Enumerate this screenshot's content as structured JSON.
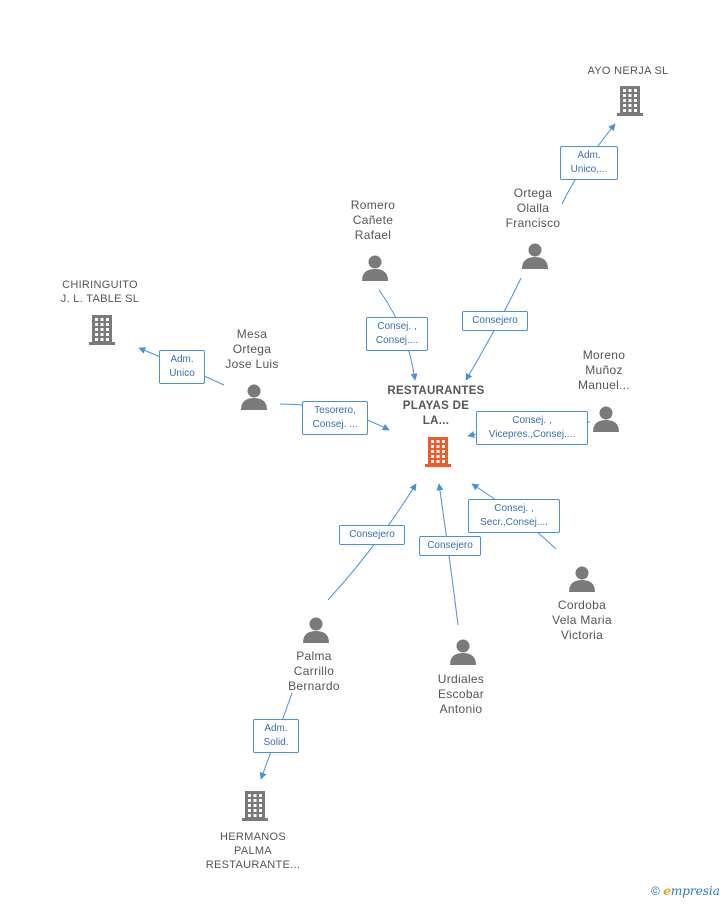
{
  "center": {
    "lines": [
      "RESTAURANTES",
      "PLAYAS DE",
      "LA..."
    ],
    "color": "#f05a28"
  },
  "companies": [
    {
      "key": "ayo",
      "lines": [
        "AYO NERJA SL"
      ]
    },
    {
      "key": "chiringuito",
      "lines": [
        "CHIRINGUITO",
        "J.  L. TABLE SL"
      ]
    },
    {
      "key": "hermanos",
      "lines": [
        "HERMANOS",
        "PALMA",
        "RESTAURANTE..."
      ]
    }
  ],
  "persons": [
    {
      "key": "romero",
      "lines": [
        "Romero",
        "Cañete",
        "Rafael"
      ]
    },
    {
      "key": "ortega",
      "lines": [
        "Ortega",
        "Olalla",
        "Francisco"
      ]
    },
    {
      "key": "mesa",
      "lines": [
        "Mesa",
        "Ortega",
        "Jose Luis"
      ]
    },
    {
      "key": "moreno",
      "lines": [
        "Moreno",
        "Muñoz",
        "Manuel..."
      ]
    },
    {
      "key": "cordoba",
      "lines": [
        "Cordoba",
        "Vela Maria",
        "Victoria"
      ]
    },
    {
      "key": "palma",
      "lines": [
        "Palma",
        "Carrillo",
        "Bernardo"
      ]
    },
    {
      "key": "urdiales",
      "lines": [
        "Urdiales",
        "Escobar",
        "Antonio"
      ]
    }
  ],
  "relations": [
    {
      "key": "ortega-ayo",
      "lines": [
        "Adm.",
        "Unico,..."
      ]
    },
    {
      "key": "romero-center",
      "lines": [
        "Consej. ,",
        "Consej...."
      ]
    },
    {
      "key": "ortega-center",
      "lines": [
        "Consejero"
      ]
    },
    {
      "key": "mesa-chiringuito",
      "lines": [
        "Adm.",
        "Unico"
      ]
    },
    {
      "key": "mesa-center",
      "lines": [
        "Tesorero,",
        "Consej. ..."
      ]
    },
    {
      "key": "moreno-center",
      "lines": [
        "Consej. ,",
        "Vicepres.,Consej...."
      ]
    },
    {
      "key": "cordoba-center",
      "lines": [
        "Consej. ,",
        "Secr.,Consej...."
      ]
    },
    {
      "key": "palma-center",
      "lines": [
        "Consejero"
      ]
    },
    {
      "key": "urdiales-center",
      "lines": [
        "Consejero"
      ]
    },
    {
      "key": "palma-hermanos",
      "lines": [
        "Adm.",
        "Solid."
      ]
    }
  ],
  "colors": {
    "line": "#4a90d9",
    "person": "#7a7a7a",
    "company": "#7a7a7a",
    "label_border": "#4a90d9"
  },
  "footer": {
    "copyright": "©",
    "brand_initial": "e",
    "brand_rest": "mpresia"
  }
}
